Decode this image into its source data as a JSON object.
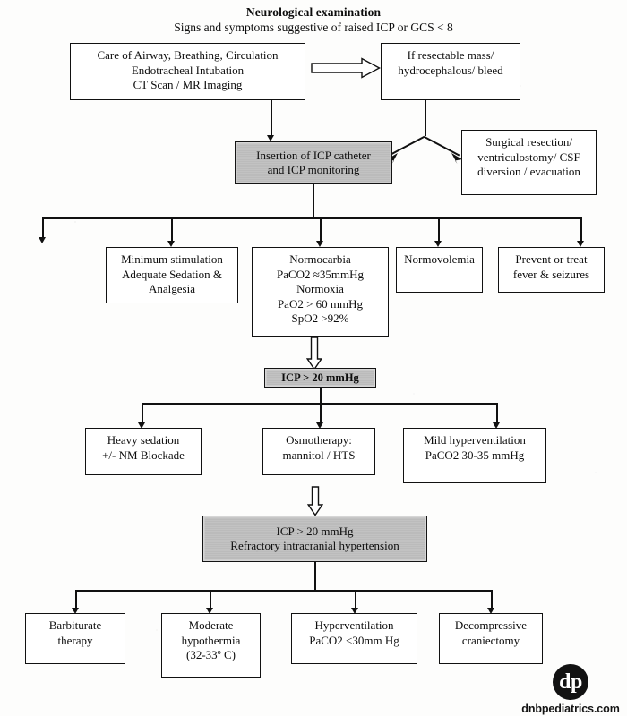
{
  "header": {
    "title": "Neurological examination",
    "subtitle": "Signs and symptoms suggestive of raised ICP or GCS < 8"
  },
  "flowchart": {
    "type": "flowchart",
    "orientation": "top-down",
    "nodes": [
      {
        "id": "initial-care",
        "lines": [
          "Care of Airway, Breathing, Circulation",
          "Endotracheal Intubation",
          "CT Scan / MR Imaging"
        ],
        "style": "plain"
      },
      {
        "id": "resectable-mass",
        "lines": [
          "If resectable mass/",
          "hydrocephalous/ bleed"
        ],
        "style": "plain"
      },
      {
        "id": "icp-catheter",
        "lines": [
          "Insertion of ICP catheter",
          "and ICP monitoring"
        ],
        "style": "shaded"
      },
      {
        "id": "surgical-resection",
        "lines": [
          "Surgical resection/",
          "ventriculostomy/ CSF",
          "diversion / evacuation"
        ],
        "style": "plain"
      },
      {
        "id": "minimum-stimulation",
        "lines": [
          "Minimum stimulation",
          "Adequate Sedation &",
          "Analgesia"
        ],
        "style": "plain"
      },
      {
        "id": "normocarbia",
        "lines": [
          "Normocarbia",
          "PaCO2 ≈35mmHg",
          "Normoxia",
          "PaO2 > 60 mmHg",
          "SpO2 >92%"
        ],
        "style": "plain"
      },
      {
        "id": "normovolemia",
        "lines": [
          "Normovolemia"
        ],
        "style": "plain"
      },
      {
        "id": "prevent-fever",
        "lines": [
          "Prevent or treat",
          "fever & seizures"
        ],
        "style": "plain"
      },
      {
        "id": "icp-threshold",
        "lines": [
          "ICP > 20 mmHg"
        ],
        "style": "shaded"
      },
      {
        "id": "heavy-sedation",
        "lines": [
          "Heavy sedation",
          "+/- NM Blockade"
        ],
        "style": "plain"
      },
      {
        "id": "osmotherapy",
        "lines": [
          "Osmotherapy:",
          "mannitol / HTS"
        ],
        "style": "plain"
      },
      {
        "id": "mild-hyperventilation",
        "lines": [
          "Mild hyperventilation",
          "PaCO2 30-35 mmHg"
        ],
        "style": "plain"
      },
      {
        "id": "refractory",
        "lines": [
          "ICP > 20 mmHg",
          "Refractory intracranial hypertension"
        ],
        "style": "shaded"
      },
      {
        "id": "barbiturate",
        "lines": [
          "Barbiturate",
          "therapy"
        ],
        "style": "plain"
      },
      {
        "id": "hypothermia",
        "lines": [
          "Moderate",
          "hypothermia",
          "(32-33º C)"
        ],
        "style": "plain"
      },
      {
        "id": "hyperventilation",
        "lines": [
          "Hyperventilation",
          "PaCO2 <30mm Hg"
        ],
        "style": "plain"
      },
      {
        "id": "craniectomy",
        "lines": [
          "Decompressive",
          "craniectomy"
        ],
        "style": "plain"
      }
    ]
  },
  "footer": {
    "logo_mark": "dp",
    "logo_text": "dnbpediatrics.com"
  },
  "colors": {
    "line": "#111111",
    "shaded_fill": "#c2c2c2",
    "page_background": "#fdfdfc"
  }
}
